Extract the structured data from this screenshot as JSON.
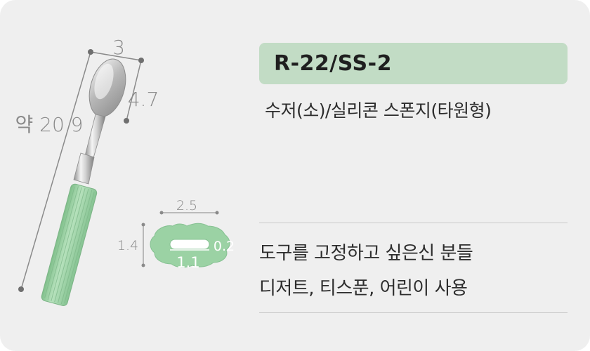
{
  "product": {
    "code": "R-22/SS-2",
    "name": "수저(소)/실리콘 스폰지(타원형)"
  },
  "description": {
    "line1": "도구를 고정하고 싶은신 분들",
    "line2": "디저트, 티스푼,  어린이 사용"
  },
  "spoon_dimensions": {
    "head_width": "3",
    "head_length": "4.7",
    "total_length": "약 20.9"
  },
  "sponge_dimensions": {
    "width": "2.5",
    "height": "1.4",
    "slot_length": "1.1",
    "slot_width": "0.2"
  },
  "colors": {
    "card_background": "#efefef",
    "badge_background": "#c2dcc5",
    "silicone_green": "#9bd2a4",
    "text": "#2d2d2d"
  }
}
